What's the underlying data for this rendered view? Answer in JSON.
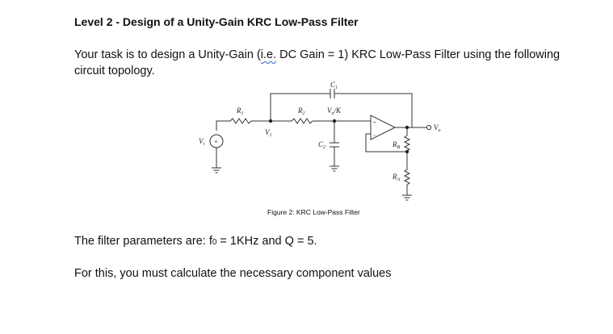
{
  "heading": "Level 2 - Design of a Unity-Gain KRC Low-Pass Filter",
  "intro": {
    "before": "Your task is to design a Unity-Gain (",
    "squiggle": "i.e.",
    "after": " DC Gain = 1) KRC Low-Pass Filter using the following circuit topology."
  },
  "circuit": {
    "labels": {
      "C1": "C",
      "C1_sub": "1",
      "R1": "R",
      "R1_sub": "1",
      "R2": "R",
      "R2_sub": "2",
      "VoK": "V",
      "VoK_sub": "o",
      "VoK_rest": "/K",
      "V1": "V",
      "V1_sub": "1",
      "C2": "C",
      "C2_sub": "2",
      "Vi": "V",
      "Vi_sub": "i",
      "Vo": "V",
      "Vo_sub": "o",
      "RB": "R",
      "RB_sub": "B",
      "RA": "R",
      "RA_sub": "A",
      "plus": "+",
      "minus": "−"
    }
  },
  "caption": "Figure 2: KRC Low-Pass Filter",
  "params": {
    "before": "The filter parameters are: f",
    "sub": "0",
    "after": " = 1KHz and Q = 5."
  },
  "final": "For this, you must calculate the necessary component values"
}
